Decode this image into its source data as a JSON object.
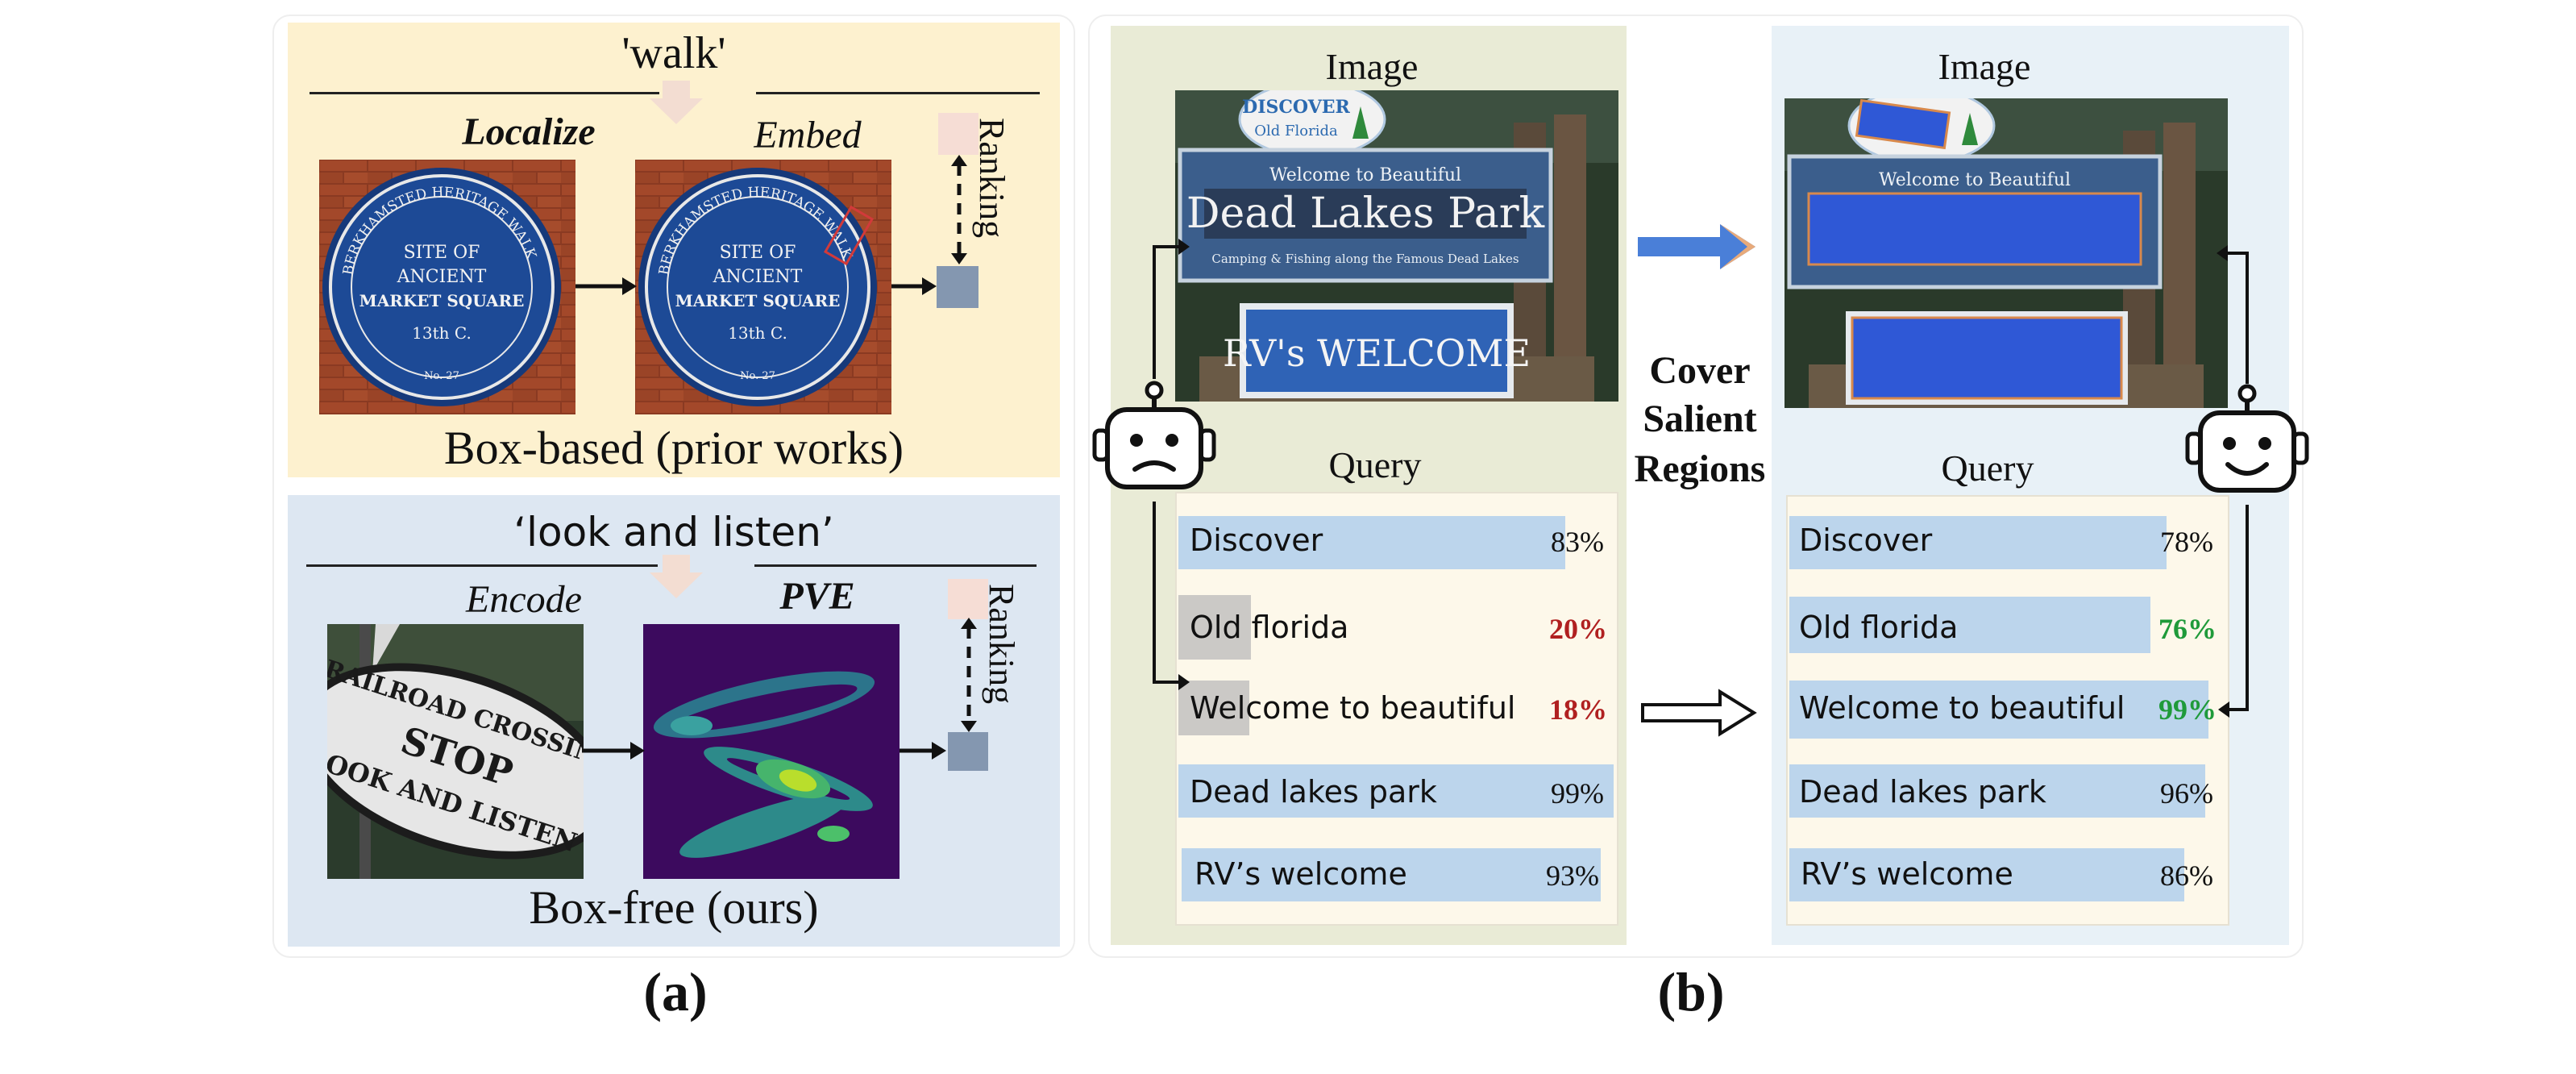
{
  "panel_a": {
    "top": {
      "query": "'walk'",
      "step1": "Localize",
      "step2": "Embed",
      "ranking": "Ranking",
      "caption": "Box-based (prior works)",
      "plaque": {
        "ring_text": "BERKHAMSTED HERITAGE WALK",
        "line1": "SITE OF",
        "line2": "ANCIENT",
        "line3": "MARKET SQUARE",
        "line4": "13th C.",
        "number": "No. 27"
      }
    },
    "bottom": {
      "query": "‘look and listen’",
      "step1": "Encode",
      "step2": "PVE",
      "ranking": "Ranking",
      "caption": "Box-free (ours)",
      "sign": {
        "line1": "RAILROAD CROSSING",
        "line2": "STOP",
        "line3": "LOOK AND LISTEN"
      }
    },
    "label": "(a)"
  },
  "panel_b": {
    "image_title_left": "Image",
    "image_title_right": "Image",
    "query_title_left": "Query",
    "query_title_right": "Query",
    "middle_text": [
      "Cover",
      "Salient",
      "Regions"
    ],
    "sign_text": {
      "top": "DISCOVER",
      "top2": "Old Florida",
      "welcome": "Welcome to Beautiful",
      "park": "Dead Lakes Park",
      "small": "Camping & Fishing along the Famous Dead Lakes",
      "rv": "RV's WELCOME"
    },
    "queries_left": [
      {
        "label": "Discover",
        "value": "83%",
        "color": "#111111"
      },
      {
        "label": "Old florida",
        "value": "20%",
        "color": "#b02020"
      },
      {
        "label": "Welcome to beautiful",
        "value": "18%",
        "color": "#b02020"
      },
      {
        "label": "Dead lakes park",
        "value": "99%",
        "color": "#111111"
      },
      {
        "label": "RV’s welcome",
        "value": "93%",
        "color": "#111111"
      }
    ],
    "queries_right": [
      {
        "label": "Discover",
        "value": "78%",
        "color": "#111111"
      },
      {
        "label": "Old florida",
        "value": "76%",
        "color": "#1f9a3a"
      },
      {
        "label": "Welcome to beautiful",
        "value": "99%",
        "color": "#1f9a3a"
      },
      {
        "label": "Dead lakes park",
        "value": "96%",
        "color": "#111111"
      },
      {
        "label": "RV’s welcome",
        "value": "86%",
        "color": "#111111"
      }
    ],
    "label": "(b)"
  },
  "colors": {
    "box_based_bg": "#fdf1cf",
    "box_free_bg": "#dde7f2",
    "left_b_bg": "#e9ebd6",
    "right_b_bg": "#e8f1f7",
    "query_box_bg": "#fdf8ea",
    "bar": "#bcd5ec",
    "blue_arrow": "#4a7fd8",
    "arrow_tip": "#e8aa7a",
    "rank_top": "#f6ddd5",
    "rank_bottom": "#8497b0"
  }
}
